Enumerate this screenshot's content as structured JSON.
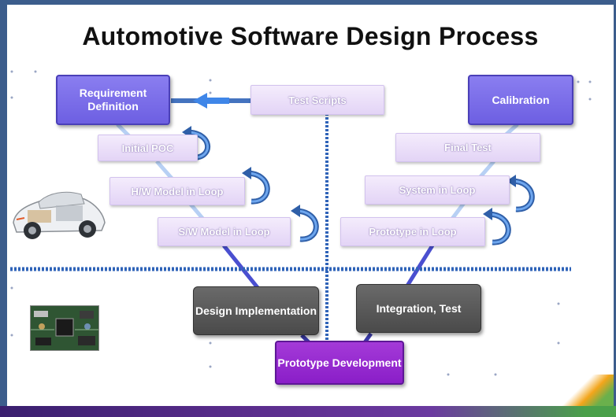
{
  "title": "Automotive Software Design Process",
  "boxes": {
    "requirement": "Requirement Definition",
    "test_scripts": "Test Scripts",
    "calibration": "Calibration",
    "initial_poc": "Initial POC",
    "final_test": "Final Test",
    "hw_model": "H/W Model in Loop",
    "system_loop": "System in Loop",
    "sw_model": "S/W Model in Loop",
    "prototype_loop": "Prototype in Loop",
    "design_impl": "Design Implementation",
    "integration": "Integration,  Test",
    "prototype_dev": "Prototype Development"
  },
  "icons": [
    "car-cutaway-icon",
    "circuit-board-icon",
    "loop-arrow-icon",
    "left-arrow-icon"
  ],
  "colors": {
    "purple_box": "#6d5fe2",
    "lavender_box": "#e3d4f6",
    "dark_box": "#4a4a4a",
    "violet_box": "#8a1ec8",
    "connector": "#8fb8ee",
    "dotted_line": "#2f63b8",
    "loop_arrow": "#2f5fa8"
  }
}
